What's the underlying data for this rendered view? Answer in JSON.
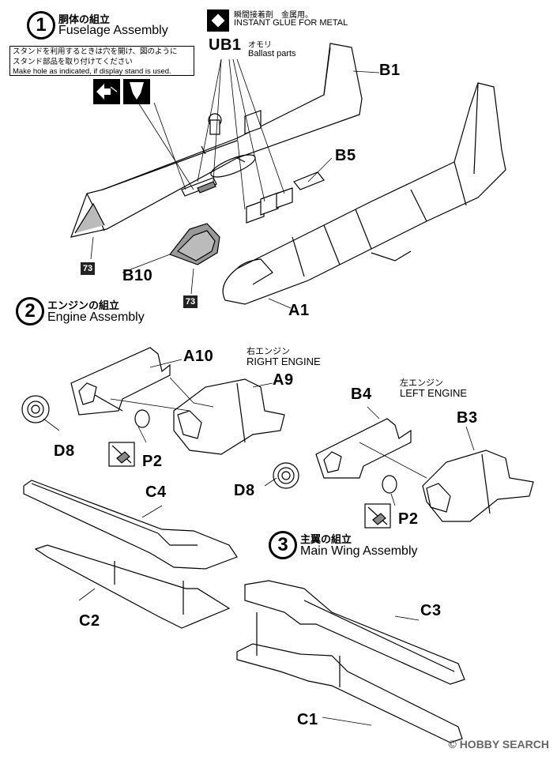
{
  "steps": [
    {
      "num": "1",
      "jp": "胴体の組立",
      "en": "Fuselage Assembly"
    },
    {
      "num": "2",
      "jp": "エンジンの組立",
      "en": "Engine Assembly"
    },
    {
      "num": "3",
      "jp": "主翼の組立",
      "en": "Main Wing Assembly"
    }
  ],
  "glue": {
    "jp": "瞬間接着剤　金属用。",
    "en": "INSTANT GLUE FOR METAL"
  },
  "stand_note": {
    "jp_line1": "スタンドを利用するときは穴を開け、図のように",
    "jp_line2": "スタンド部品を取り付けてください",
    "en": "Make hole as indicated, if display stand is used."
  },
  "ballast": {
    "jp": "オモリ",
    "en": "Ballast parts"
  },
  "engines": {
    "right_jp": "右エンジン",
    "right_en": "RIGHT ENGINE",
    "left_jp": "左エンジン",
    "left_en": "LEFT ENGINE"
  },
  "paint_code": "73",
  "parts": {
    "UB1": "UB1",
    "B1": "B1",
    "B5": "B5",
    "B10": "B10",
    "A1": "A1",
    "A10": "A10",
    "A9": "A9",
    "D8a": "D8",
    "P2a": "P2",
    "B4": "B4",
    "B3": "B3",
    "D8b": "D8",
    "P2b": "P2",
    "C4": "C4",
    "C2": "C2",
    "C3": "C3",
    "C1": "C1"
  },
  "watermark": "HOBBY SEARCH",
  "watermark_mark": "©"
}
